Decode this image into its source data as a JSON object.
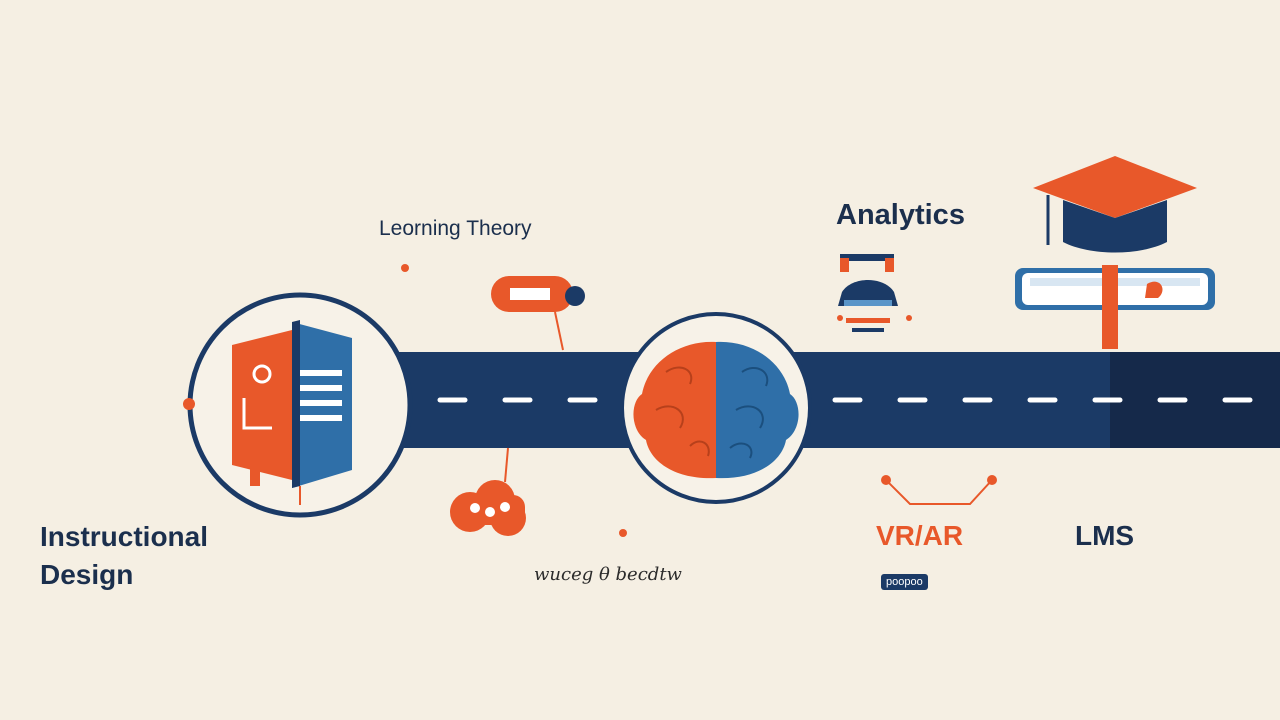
{
  "labels": {
    "learning_theory": "Leorning Theory",
    "analytics": "Analytics",
    "instructional_line1": "Instructional",
    "instructional_line2": "Design",
    "vr_ar": "VR/AR",
    "lms": "LMS",
    "blurb": "wuceg θ becdtw",
    "badge": "poopoo"
  },
  "colors": {
    "background": "#f5efe3",
    "navy": "#1b3a66",
    "dark_navy": "#15294a",
    "orange": "#e8582a",
    "blue": "#2f6fa8",
    "light_blue": "#5a95c8",
    "text": "#1b2f4d"
  },
  "icons": [
    "book-icon",
    "brain-icon",
    "graduation-cap-icon",
    "diploma-scroll-icon",
    "vr-headset-icon",
    "chat-bubble-icon"
  ]
}
